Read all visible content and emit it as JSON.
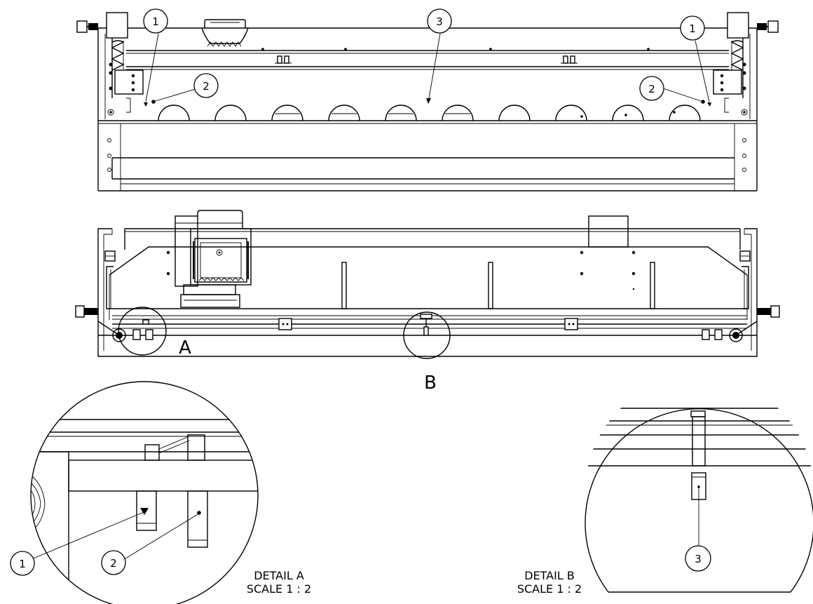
{
  "views": {
    "detail_a_marker": "A",
    "detail_b_marker": "B"
  },
  "balloons": {
    "top_left_1": "1",
    "top_left_2": "2",
    "top_center_3": "3",
    "top_right_1": "1",
    "top_right_2": "2",
    "detail_a_1": "1",
    "detail_a_2": "2",
    "detail_b_3": "3"
  },
  "detail_a": {
    "title": "DETAIL A",
    "scale": "SCALE 1 : 2"
  },
  "detail_b": {
    "title": "DETAIL B",
    "scale": "SCALE 1 : 2"
  }
}
